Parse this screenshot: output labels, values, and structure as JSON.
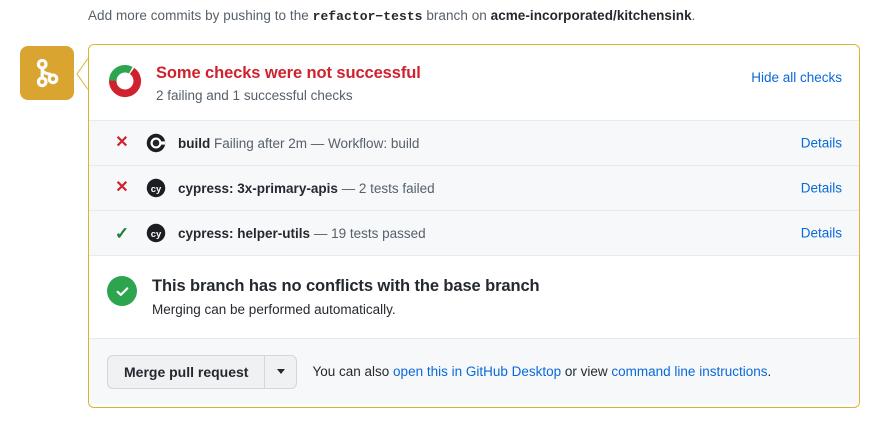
{
  "push_hint": {
    "prefix": "Add more commits by pushing to the ",
    "branch": "refactor−tests",
    "middle": " branch on ",
    "repo": "acme-incorporated/kitchensink",
    "suffix": "."
  },
  "badge": {
    "icon": "git-merge-icon",
    "color": "#d9a430"
  },
  "checks_header": {
    "title": "Some checks were not successful",
    "subtitle": "2 failing and 1 successful checks",
    "hide_all_label": "Hide all checks",
    "title_color": "#cf222e",
    "donut": {
      "failing_color": "#cf222e",
      "success_color": "#2da44e",
      "failing": 2,
      "successful": 1
    }
  },
  "checks": [
    {
      "status": "failure",
      "status_glyph": "✕",
      "app_icon": "github-actions-icon",
      "name": "build",
      "description": "Failing after 2m — Workflow: build",
      "details_label": "Details"
    },
    {
      "status": "failure",
      "status_glyph": "✕",
      "app_icon": "cypress-icon",
      "name": "cypress: 3x-primary-apis",
      "description": "— 2 tests failed",
      "details_label": "Details"
    },
    {
      "status": "success",
      "status_glyph": "✓",
      "app_icon": "cypress-icon",
      "name": "cypress: helper-utils",
      "description": "— 19 tests passed",
      "details_label": "Details"
    }
  ],
  "conflict": {
    "icon": "check-circle-icon",
    "icon_color": "#2da44e",
    "title": "This branch has no conflicts with the base branch",
    "subtitle": "Merging can be performed automatically."
  },
  "merge_bar": {
    "button_label": "Merge pull request",
    "dropdown_icon": "chevron-down-icon",
    "note_prefix": "You can also ",
    "link_desktop": "open this in GitHub Desktop",
    "note_middle": " or view ",
    "link_cli": "command line instructions",
    "note_suffix": "."
  }
}
